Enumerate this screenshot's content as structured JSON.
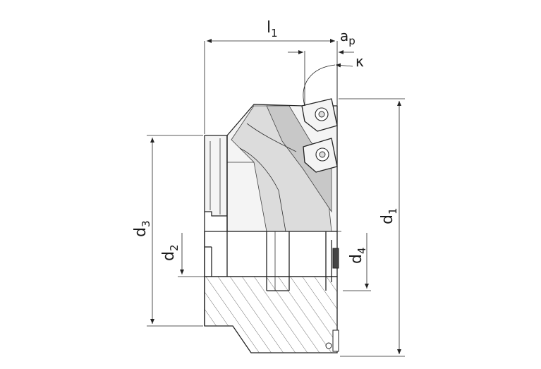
{
  "labels": {
    "l1": "l",
    "l1_sub": "1",
    "ap": "a",
    "ap_sub": "p",
    "kappa": "κ",
    "d1": "d",
    "d1_sub": "1",
    "d2": "d",
    "d2_sub": "2",
    "d3": "d",
    "d3_sub": "3",
    "d4": "d",
    "d4_sub": "4"
  }
}
